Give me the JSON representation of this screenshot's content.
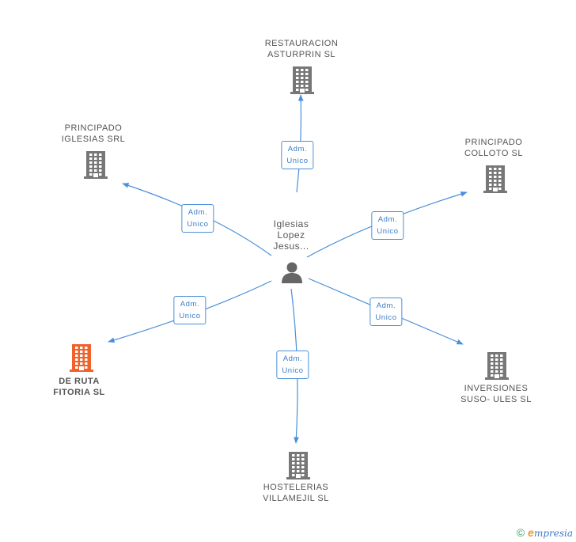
{
  "center": {
    "name_lines": [
      "Iglesias",
      "Lopez",
      "Jesus..."
    ],
    "icon": "person-icon"
  },
  "nodes": [
    {
      "id": "restauracion",
      "lines": [
        "RESTAURACION",
        "ASTURPRIN  SL"
      ],
      "icon": "building-icon",
      "color": "#777777",
      "highlight": false
    },
    {
      "id": "principado-iglesias",
      "lines": [
        "PRINCIPADO",
        "IGLESIAS SRL"
      ],
      "icon": "building-icon",
      "color": "#777777",
      "highlight": false
    },
    {
      "id": "principado-colloto",
      "lines": [
        "PRINCIPADO",
        "COLLOTO  SL"
      ],
      "icon": "building-icon",
      "color": "#777777",
      "highlight": false
    },
    {
      "id": "de-ruta-fitoria",
      "lines": [
        "DE RUTA",
        "FITORIA  SL"
      ],
      "icon": "building-icon",
      "color": "#f0622a",
      "highlight": true
    },
    {
      "id": "inversiones",
      "lines": [
        "INVERSIONES",
        "SUSO- ULES SL"
      ],
      "icon": "building-icon",
      "color": "#777777",
      "highlight": false
    },
    {
      "id": "hostelerias",
      "lines": [
        "HOSTELERIAS",
        "VILLAMEJIL SL"
      ],
      "icon": "building-icon",
      "color": "#777777",
      "highlight": false
    }
  ],
  "edges": [
    {
      "target": "restauracion",
      "role": [
        "Adm.",
        "Unico"
      ]
    },
    {
      "target": "principado-iglesias",
      "role": [
        "Adm.",
        "Unico"
      ]
    },
    {
      "target": "principado-colloto",
      "role": [
        "Adm.",
        "Unico"
      ]
    },
    {
      "target": "de-ruta-fitoria",
      "role": [
        "Adm.",
        "Unico"
      ]
    },
    {
      "target": "inversiones",
      "role": [
        "Adm.",
        "Unico"
      ]
    },
    {
      "target": "hostelerias",
      "role": [
        "Adm.",
        "Unico"
      ]
    }
  ],
  "colors": {
    "edge": "#4a8fd8",
    "building": "#777777",
    "highlight": "#f0622a",
    "person": "#666666"
  },
  "footer": {
    "copyright": "©",
    "brand_initial": "e",
    "brand_rest": "mpresia"
  }
}
